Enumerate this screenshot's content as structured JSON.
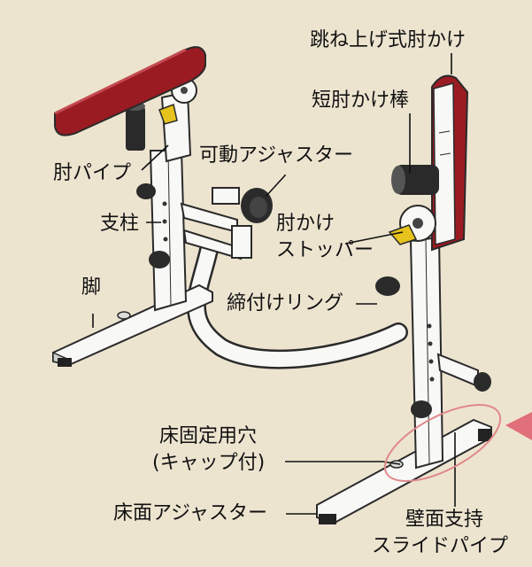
{
  "colors": {
    "background": "#ede4d0",
    "frame": "#f8f8f6",
    "frame_outline": "#2a2a2a",
    "armrest": "#9b1b22",
    "clamp": "#e6c21d",
    "knob": "#2b2b2b",
    "highlight_ellipse": "#e0888c",
    "arrow": "#e0707a"
  },
  "labels": {
    "flip_up_armrest": "跳ね上げ式肘かけ",
    "short_armrest_bar": "短肘かけ棒",
    "adjustable_adjuster": "可動アジャスター",
    "elbow_pipe": "肘パイプ",
    "pillar": "支柱",
    "armrest_stopper_line1": "肘かけ",
    "armrest_stopper_line2": "ストッパー",
    "leg": "脚",
    "tightening_ring": "締付けリング",
    "floor_fixing_hole_line1": "床固定用穴",
    "floor_fixing_hole_line2": "(キャップ付)",
    "floor_adjuster": "床面アジャスター",
    "wall_support_line1": "壁面支持",
    "wall_support_line2": "スライドパイプ"
  }
}
